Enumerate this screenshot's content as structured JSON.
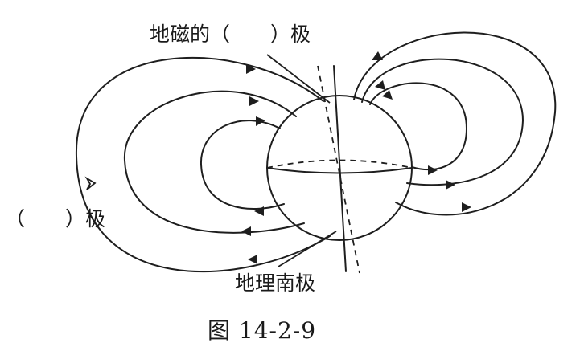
{
  "labels": {
    "top": "地磁的（　　）极",
    "left": "（　　）极",
    "bottom": "地理南极"
  },
  "caption": "图 14-2-9"
}
